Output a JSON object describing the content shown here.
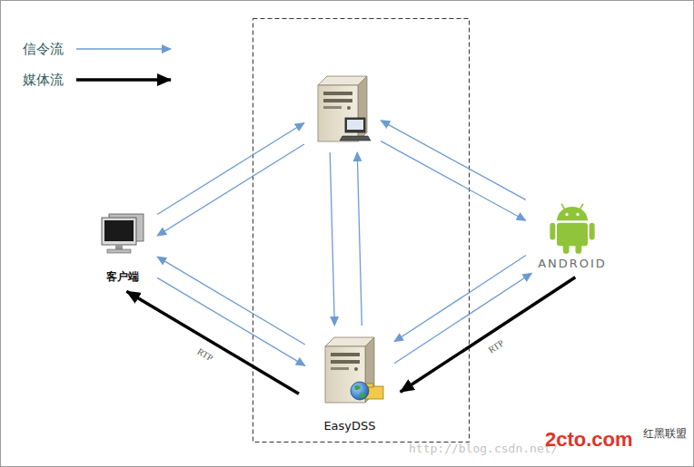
{
  "diagram": {
    "nodes": [
      {
        "text": []
      },
      {
        "text": [
          "客户端"
        ]
      },
      {
        "text": [
          "ANDROID"
        ]
      },
      {
        "text": [
          "EasyDSS"
        ]
      }
    ],
    "edges": [
      {
        "from": 1,
        "to": 0,
        "arrow": "to"
      },
      {
        "from": 0,
        "to": 1,
        "arrow": "to"
      },
      {
        "from": 0,
        "to": 2,
        "arrow": "to"
      },
      {
        "from": 2,
        "to": 0,
        "arrow": "to"
      },
      {
        "from": 0,
        "to": 3,
        "arrow": "to"
      },
      {
        "from": 3,
        "to": 0,
        "arrow": "to"
      },
      {
        "from": 1,
        "to": 3,
        "arrow": "to"
      },
      {
        "from": 3,
        "to": 1,
        "arrow": "to"
      },
      {
        "from": 2,
        "to": 3,
        "arrow": "to"
      },
      {
        "from": 3,
        "to": 2,
        "arrow": "to"
      },
      {
        "from": 3,
        "to": 1,
        "label": "RTP",
        "arrow": "to"
      },
      {
        "from": 2,
        "to": 3,
        "label": "RTP",
        "arrow": "to"
      }
    ],
    "labels": [
      "http://blog.csdn.net/",
      "2cto.com",
      "红黑联盟"
    ],
    "legend": [
      {
        "text": "信令流"
      },
      {
        "text": "媒体流"
      }
    ]
  }
}
